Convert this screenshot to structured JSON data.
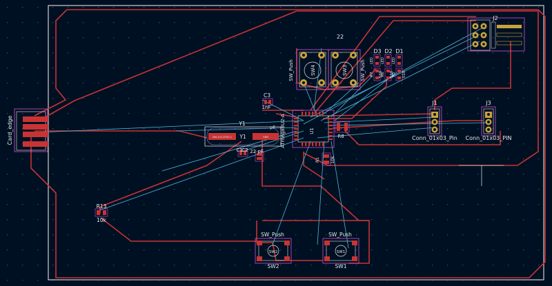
{
  "colors": {
    "background": "#001023",
    "grid_dot": "#3a4a66",
    "edge_cuts": "#d0d2cd",
    "track": "#c83434",
    "ratsnest": "#4db7d8",
    "courtyard": "#d050d0",
    "pad": "#c8a33c",
    "silkscreen": "#e8e8e8",
    "fab": "#8a8ad0"
  },
  "labels": {
    "net_22": "22",
    "card_edge": "Card_edge",
    "j2": "J2",
    "d3": "D3",
    "d2": "D2",
    "d1": "D1",
    "led3": "LED",
    "led2": "LED",
    "led1": "LED",
    "r7": "R7",
    "r6": "R6",
    "r5": "R5",
    "r_val1": "510",
    "r_val2": "510",
    "r_val3": "510",
    "sw4": "SW4",
    "sw3": "SW3",
    "sw_push_vert1": "SW_Push",
    "sw_push_vert2": "SW_Push",
    "c3": "C3",
    "c3_val": "1nF",
    "c_pf": "pF",
    "y1": "Y1",
    "y1_fab": "Y1",
    "u1": "U1",
    "u1_val": "ATmega8U2-A",
    "r8": "R8",
    "r1": "R1",
    "r1_val": "10k",
    "c1": "C1",
    "c2": "C2",
    "c_22": "22 pF",
    "j1": "J1",
    "j1_val": "Conn_01x03_Pin",
    "j3": "J3",
    "j3_val": "Conn_01x03_PIN",
    "r13": "R13",
    "r13_val": "10k",
    "sw2_val": "SW_Push",
    "sw2": "SW2",
    "sw1_val": "SW_Push",
    "sw1": "SW1",
    "crystal_pad1": "Net-(U1-XTAL1)",
    "crystal_pad2": "GND"
  }
}
